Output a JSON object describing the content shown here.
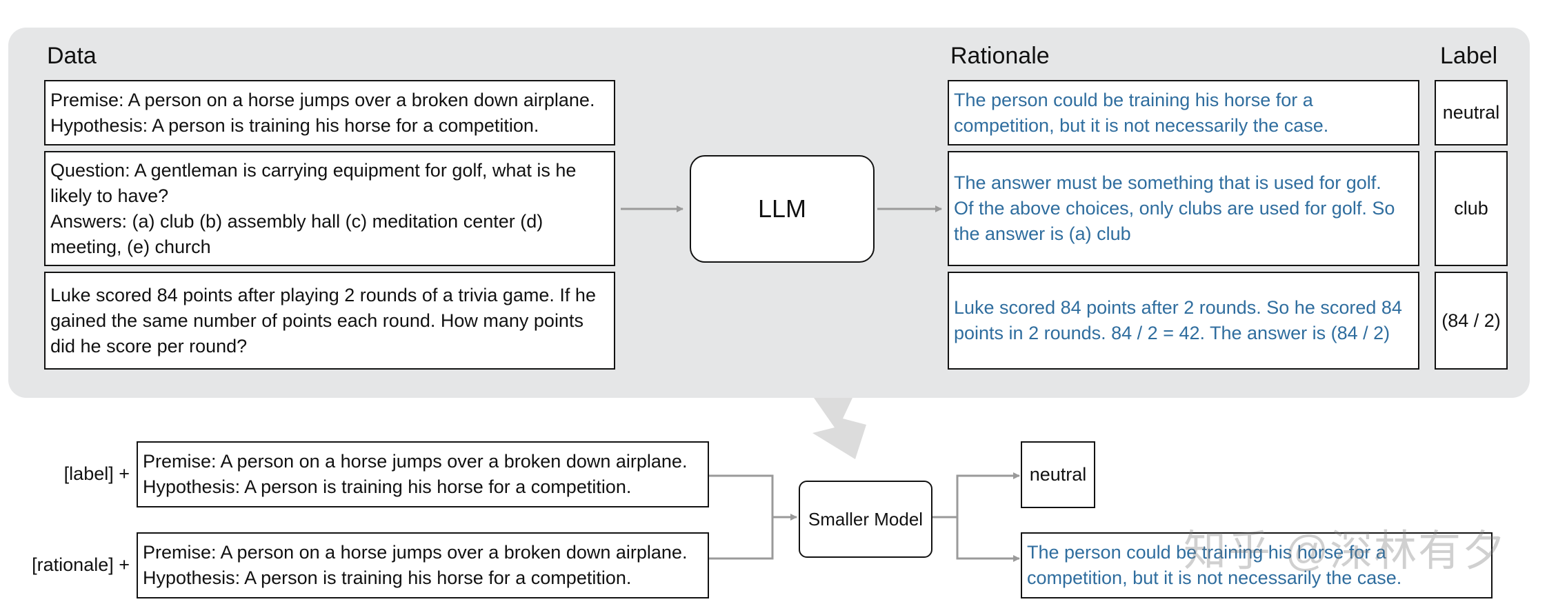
{
  "headings": {
    "data": "Data",
    "rationale": "Rationale",
    "label": "Label"
  },
  "examples": [
    {
      "data_lines": [
        "Premise: A person on a horse jumps over a broken down airplane.",
        "Hypothesis: A person is training his horse for a competition."
      ],
      "rationale_lines": [
        "The person could be training his horse for a",
        "competition, but it is not necessarily the case."
      ],
      "label": "neutral"
    },
    {
      "data_lines": [
        "Question: A gentleman is carrying equipment for golf, what is he",
        "likely to have?",
        "Answers: (a) club (b) assembly hall (c) meditation center (d)",
        "meeting, (e) church"
      ],
      "rationale_lines": [
        "The answer must be something that is used for golf.",
        "Of the above choices, only clubs are used for golf. So",
        "the answer is (a) club"
      ],
      "label": "club"
    },
    {
      "data_lines": [
        "Luke scored 84 points after playing 2 rounds of a trivia game. If he",
        "gained the same number of points each round. How many points",
        "did he score per round?"
      ],
      "rationale_lines": [
        "Luke scored 84 points after 2 rounds. So he scored 84",
        "points in 2 rounds. 84 / 2 = 42. The answer is (84 / 2)"
      ],
      "label": "(84 / 2)"
    }
  ],
  "llm_label": "LLM",
  "training": {
    "label_prefix": "[label] +",
    "rationale_prefix": "[rationale] +",
    "label_input_lines": [
      "Premise: A person on a horse jumps over a broken down airplane.",
      "Hypothesis: A person is training his horse for a competition."
    ],
    "rationale_input_lines": [
      "Premise: A person on a horse jumps over a broken down airplane.",
      "Hypothesis: A person is training his horse for a competition."
    ],
    "model_label": "Smaller Model",
    "label_output": "neutral",
    "rationale_output_lines": [
      "The person could be training his horse for a",
      "competition, but it is not necessarily the case."
    ]
  },
  "watermark": "知乎 @深林有夕",
  "colors": {
    "panel": "#e5e6e7",
    "rationale_text": "#2f6d9e",
    "arrow": "#9a9a9a",
    "big_arrow": "#dcdcdc"
  }
}
